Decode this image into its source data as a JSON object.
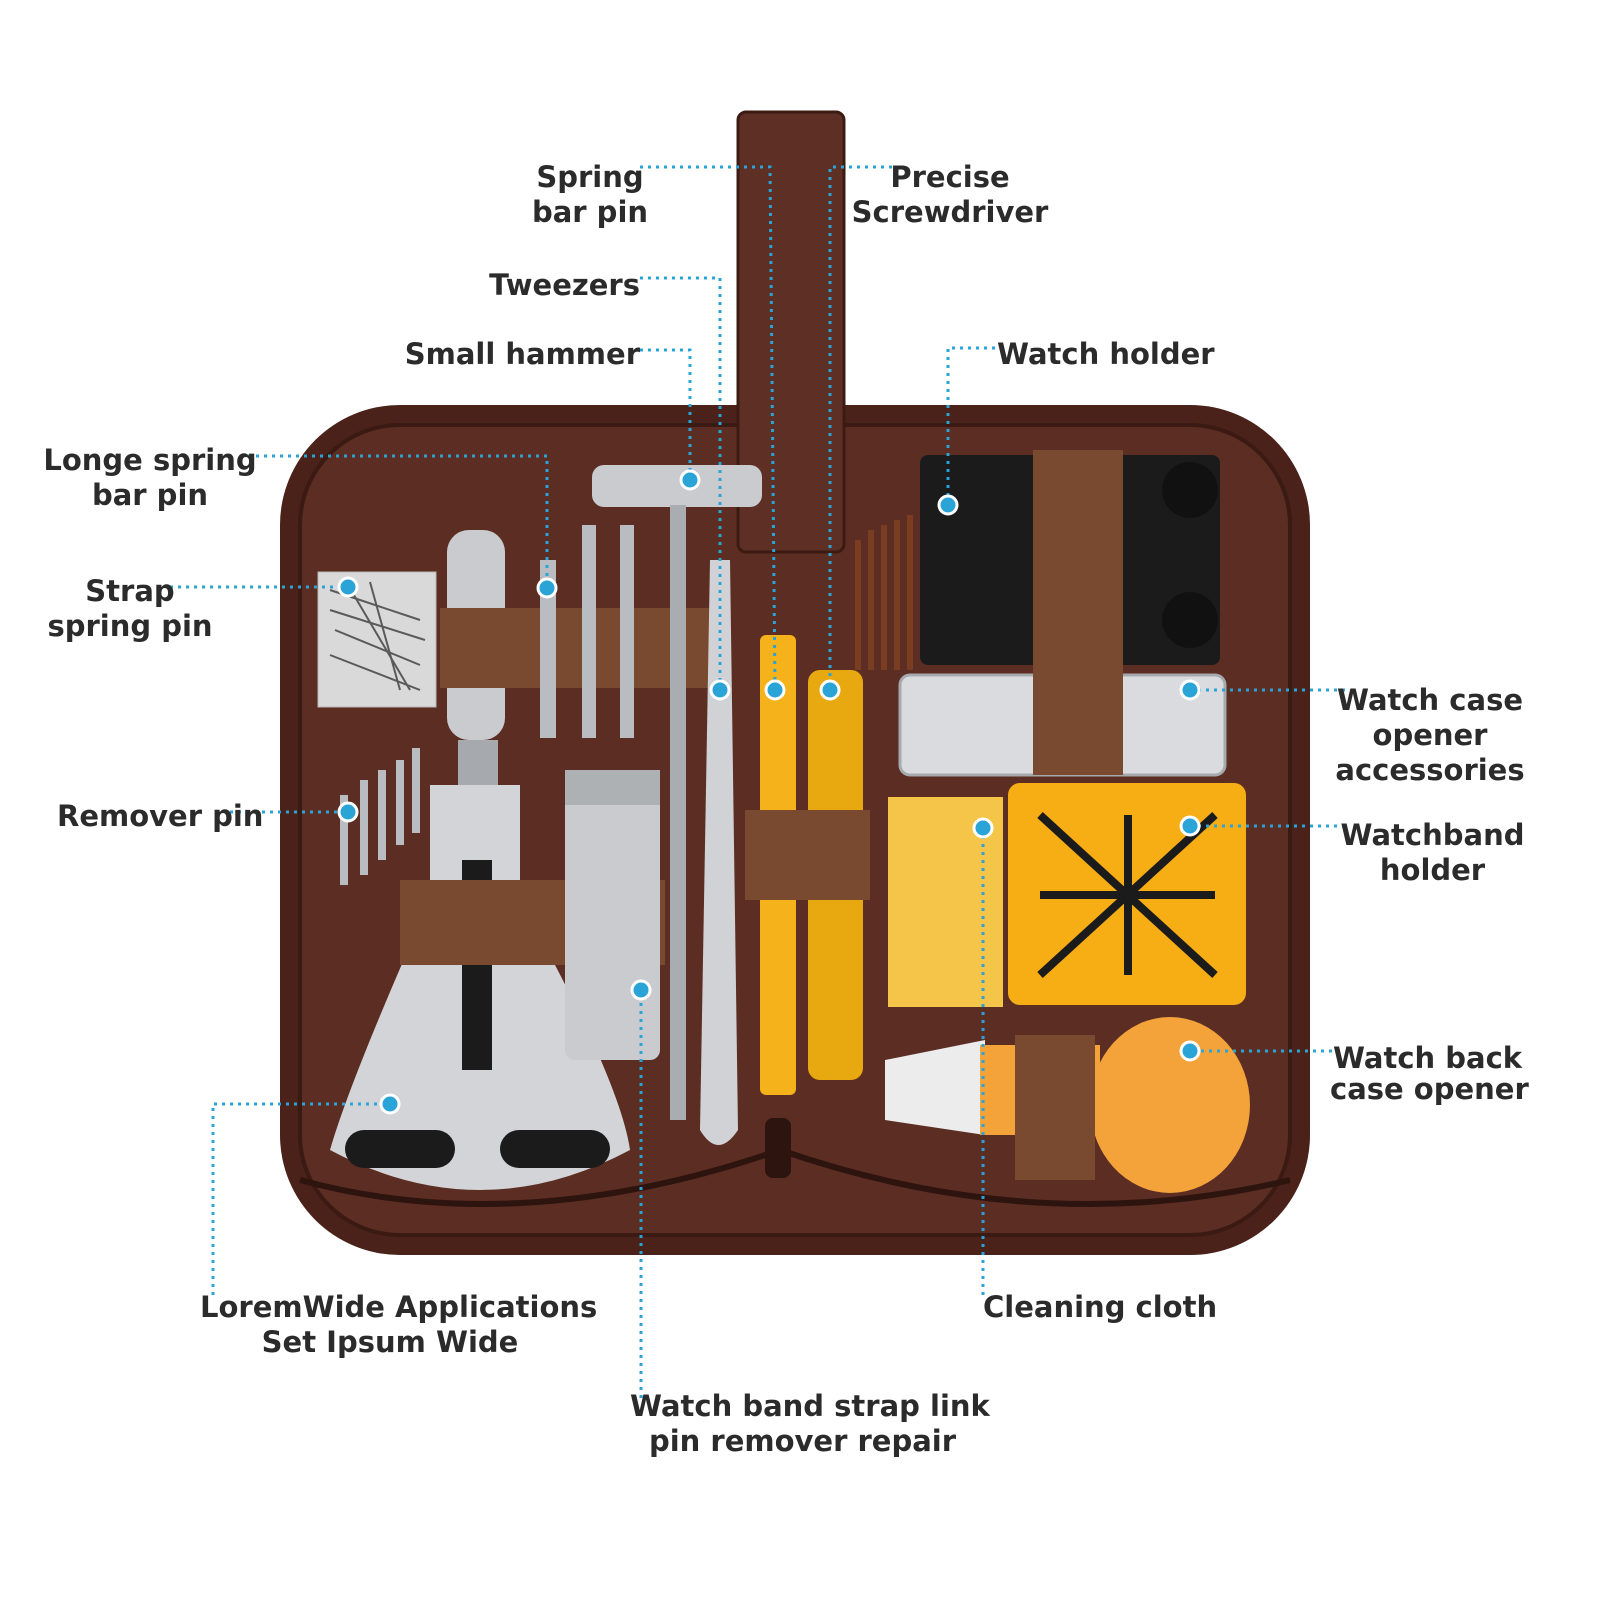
{
  "labels": {
    "spring_bar_pin": {
      "line1": "Spring",
      "line2": "bar pin"
    },
    "precise_screwdriver": {
      "line1": "Precise",
      "line2": "Screwdriver"
    },
    "tweezers": {
      "line1": "Tweezers"
    },
    "small_hammer": {
      "line1": "Small hammer"
    },
    "watch_holder": {
      "line1": "Watch holder"
    },
    "longe_spring_bar_pin": {
      "line1": "Longe spring",
      "line2": "bar pin"
    },
    "strap_spring_pin": {
      "line1": "Strap",
      "line2": "spring pin"
    },
    "remover_pin": {
      "line1": "Remover pin"
    },
    "watch_case_opener_accessories": {
      "line1": "Watch case",
      "line2": "opener",
      "line3": "accessories"
    },
    "watchband_holder": {
      "line1": "Watchband",
      "line2": "holder"
    },
    "watch_back_case_opener": {
      "line1": "Watch back",
      "line2": "case opener"
    },
    "loremwide": {
      "line1": "LoremWide Applications",
      "line2": "Set Ipsum Wide"
    },
    "cleaning_cloth": {
      "line1": "Cleaning cloth"
    },
    "watch_band_strap_link": {
      "line1": "Watch band strap link",
      "line2": "pin remover repair"
    }
  },
  "colors": {
    "leader": "#2aa3d6",
    "case": "#4a2219",
    "case_inner": "#5a2c22",
    "strap": "#7a4a30",
    "tool_yellow": "#f5b21a",
    "orange": "#f3a33a",
    "steel": "#c9cbce",
    "black": "#1b1b1b"
  }
}
